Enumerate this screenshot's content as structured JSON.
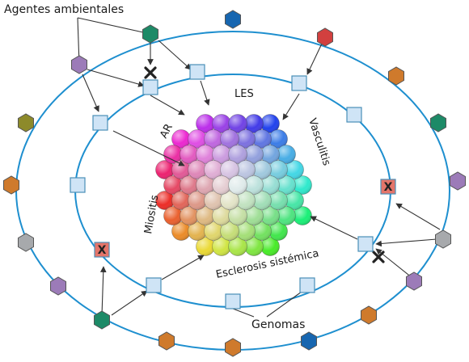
{
  "labels": {
    "agents": "Agentes ambientales",
    "genomes": "Genomas",
    "les": "LES",
    "ar": "AR",
    "vasculitis": "Vasculitis",
    "miositis": "Miositis",
    "sclerosis": "Esclerosis sistémica"
  },
  "blocked_mark": "X",
  "colors": {
    "orbit": "#1e8fcf",
    "genome_square": "#cfe4f6",
    "blocked_square": "#e4756a",
    "hex_palette": [
      "#1766b0",
      "#d2403f",
      "#cf7a2c",
      "#1d8a67",
      "#9c7bb8",
      "#a7a9ac",
      "#8d8a2a"
    ]
  }
}
